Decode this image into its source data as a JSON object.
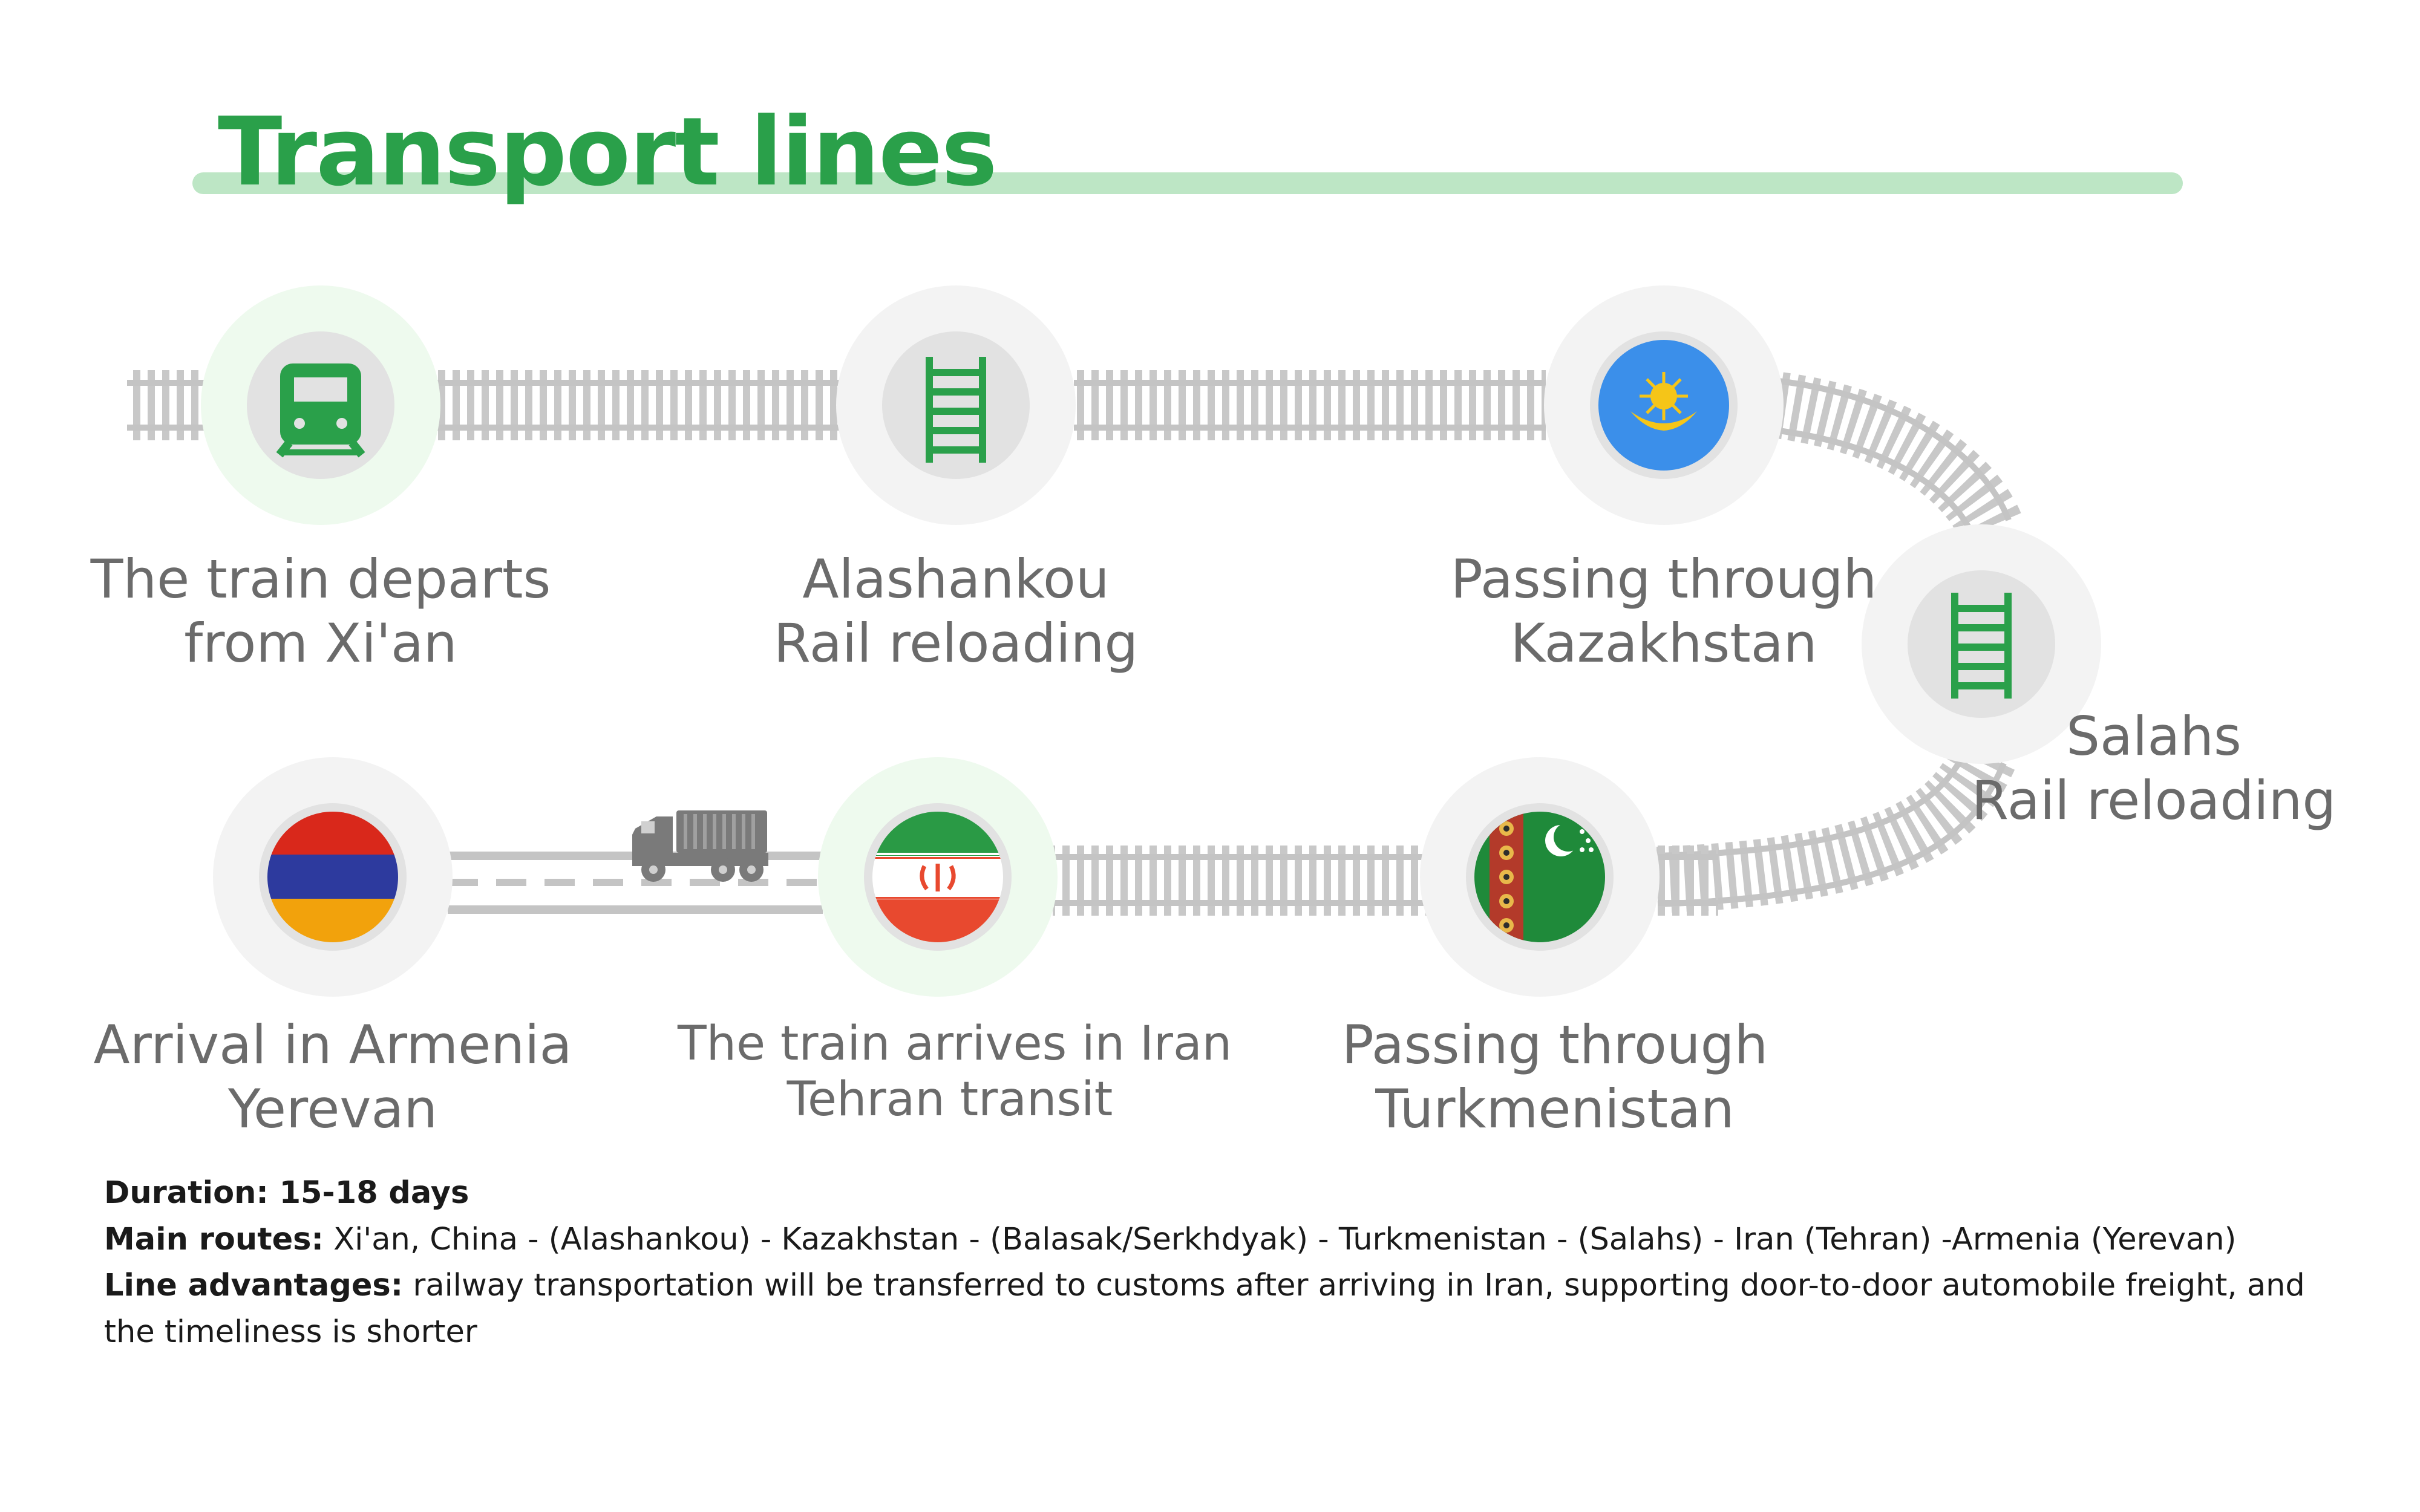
{
  "title": "Transport lines",
  "colors": {
    "accent": "#2aa04a",
    "underline": "#bde6c5",
    "track": "#c4c4c4",
    "label": "#6b6b6b"
  },
  "nodes": [
    {
      "id": "xian",
      "icon": "train-icon",
      "lines": [
        "The train departs",
        "from Xi'an"
      ]
    },
    {
      "id": "alashankou",
      "icon": "rail-track-icon",
      "lines": [
        "Alashankou",
        "Rail reloading"
      ]
    },
    {
      "id": "kazakhstan",
      "icon": "kazakhstan-flag-icon",
      "lines": [
        "Passing through",
        "Kazakhstan"
      ]
    },
    {
      "id": "salahs",
      "icon": "rail-track-icon",
      "lines": [
        "Salahs",
        "Rail reloading"
      ]
    },
    {
      "id": "turkmenistan",
      "icon": "turkmenistan-flag-icon",
      "lines": [
        "Passing through",
        "Turkmenistan"
      ]
    },
    {
      "id": "iran",
      "icon": "iran-flag-icon",
      "lines": [
        "The train arrives in Iran",
        "Tehran transit"
      ]
    },
    {
      "id": "armenia",
      "icon": "armenia-flag-icon",
      "lines": [
        "Arrival in Armenia",
        "Yerevan"
      ]
    }
  ],
  "transfer_icon": "truck-icon",
  "info": {
    "duration_label": "Duration: 15-18 days",
    "routes_label": "Main routes:",
    "routes_text": "Xi'an, China - (Alashankou) - Kazakhstan - (Balasak/Serkhdyak) - Turkmenistan - (Salahs) - Iran (Tehran) -Armenia (Yerevan)",
    "advantages_label": "Line advantages:",
    "advantages_text": "railway transportation will be transferred to customs after arriving in Iran, supporting door-to-door automobile freight, and the timeliness is shorter"
  }
}
